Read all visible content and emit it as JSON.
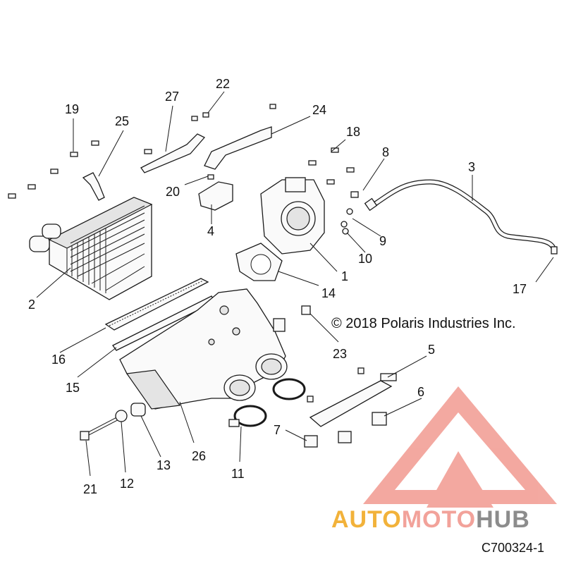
{
  "callouts": [
    {
      "label": "1"
    },
    {
      "label": "2"
    },
    {
      "label": "3"
    },
    {
      "label": "4"
    },
    {
      "label": "5"
    },
    {
      "label": "6"
    },
    {
      "label": "7"
    },
    {
      "label": "8"
    },
    {
      "label": "9"
    },
    {
      "label": "10"
    },
    {
      "label": "11"
    },
    {
      "label": "12"
    },
    {
      "label": "13"
    },
    {
      "label": "14"
    },
    {
      "label": "15"
    },
    {
      "label": "16"
    },
    {
      "label": "17"
    },
    {
      "label": "18"
    },
    {
      "label": "19"
    },
    {
      "label": "20"
    },
    {
      "label": "21"
    },
    {
      "label": "22"
    },
    {
      "label": "23"
    },
    {
      "label": "24"
    },
    {
      "label": "25"
    },
    {
      "label": "26"
    },
    {
      "label": "27"
    }
  ],
  "copyright": "© 2018 Polaris Industries Inc.",
  "diagram_code": "C700324-1",
  "watermark": {
    "part1": "AUTO",
    "part2": "MOTO",
    "part3": "HUB",
    "colors": {
      "auto": "#f2b23a",
      "moto": "#f2a29a",
      "hub": "#8c8c8c",
      "triangle": "#f19a90"
    }
  }
}
